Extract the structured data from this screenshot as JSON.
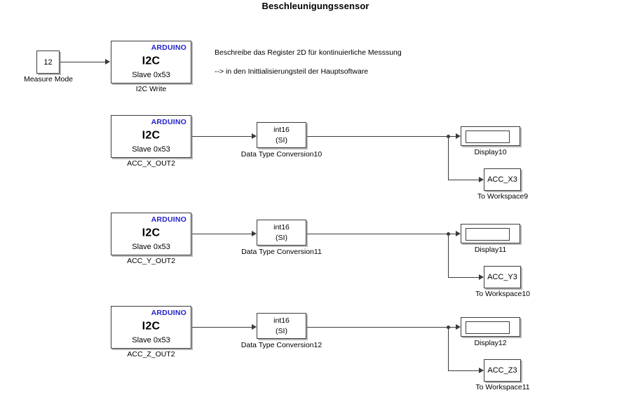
{
  "diagram": {
    "title": "Beschleunigungssensor",
    "accent_color": "#2222cc",
    "line_color": "#3a3a3a",
    "background": "#ffffff"
  },
  "annotations": [
    {
      "text": "Beschreibe das Register 2D für kontinuierliche Messsung"
    },
    {
      "text": "--> in den Inittialisierungsteil der Hauptsoftware"
    }
  ],
  "constant_block": {
    "value": "12",
    "caption": "Measure Mode"
  },
  "i2c_write": {
    "vendor": "ARDUINO",
    "protocol": "I2C",
    "slave": "Slave 0x53",
    "caption": "I2C Write"
  },
  "channels": [
    {
      "i2c": {
        "vendor": "ARDUINO",
        "protocol": "I2C",
        "slave": "Slave 0x53",
        "caption": "ACC_X_OUT2"
      },
      "conversion": {
        "type": "int16",
        "mode": "(SI)",
        "caption": "Data Type Conversion10"
      },
      "display": {
        "value": "",
        "caption": "Display10"
      },
      "to_workspace": {
        "variable": "ACC_X3",
        "caption": "To Workspace9"
      }
    },
    {
      "i2c": {
        "vendor": "ARDUINO",
        "protocol": "I2C",
        "slave": "Slave 0x53",
        "caption": "ACC_Y_OUT2"
      },
      "conversion": {
        "type": "int16",
        "mode": "(SI)",
        "caption": "Data Type Conversion11"
      },
      "display": {
        "value": "",
        "caption": "Display11"
      },
      "to_workspace": {
        "variable": "ACC_Y3",
        "caption": "To Workspace10"
      }
    },
    {
      "i2c": {
        "vendor": "ARDUINO",
        "protocol": "I2C",
        "slave": "Slave 0x53",
        "caption": "ACC_Z_OUT2"
      },
      "conversion": {
        "type": "int16",
        "mode": "(SI)",
        "caption": "Data Type Conversion12"
      },
      "display": {
        "value": "",
        "caption": "Display12"
      },
      "to_workspace": {
        "variable": "ACC_Z3",
        "caption": "To Workspace11"
      }
    }
  ]
}
